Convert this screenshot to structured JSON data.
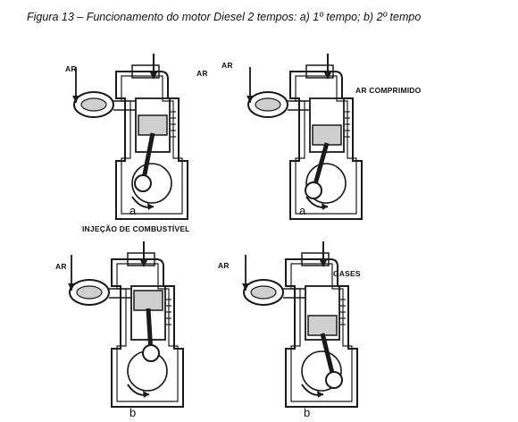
{
  "caption": "Figura 13 – Funcionamento do motor Diesel 2 tempos: a) 1º tempo; b) 2º tempo",
  "panels": [
    {
      "labels": [
        "AR",
        "AR"
      ],
      "sub": "a"
    },
    {
      "labels": [
        "AR",
        "AR COMPRIMIDO"
      ],
      "sub": "a"
    },
    {
      "labels": [
        "INJEÇÃO DE COMBUSTÍVEL",
        "AR"
      ],
      "sub": "b"
    },
    {
      "labels": [
        "AR",
        "GASES"
      ],
      "sub": "b"
    }
  ],
  "colors": {
    "ink": "#1a1a1a",
    "shade": "#cfcfcf"
  },
  "icons": [
    "blower-icon",
    "engine-cylinder-icon",
    "crankshaft-icon",
    "valve-icon",
    "injector-icon",
    "arrow-icon"
  ]
}
